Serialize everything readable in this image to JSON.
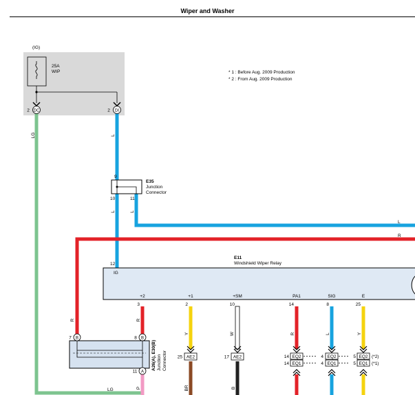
{
  "title": "Wiper and Washer",
  "notes": [
    "* 1 : Before Aug. 2009 Production",
    "* 2 : From Aug. 2009 Production"
  ],
  "fuse": {
    "source": "(IG)",
    "rating": "25A",
    "name": "WIP"
  },
  "pins_top": {
    "dc_pin": "2",
    "dc_label": "DC",
    "di_pin": "2",
    "di_label": "DI"
  },
  "e35": {
    "id": "E35",
    "desc_line1": "Junction",
    "desc_line2": "Connector",
    "pin_in": "9",
    "pin_out1": "10",
    "pin_out2": "11"
  },
  "e11": {
    "id": "E11",
    "name": "Windshield Wiper Relay",
    "ig_pin": "12",
    "ig_label": "IG",
    "terminals": [
      {
        "label": "+2",
        "pin": "3"
      },
      {
        "label": "+1",
        "pin": "2"
      },
      {
        "label": "+SM",
        "pin": "10"
      },
      {
        "label": "PA1",
        "pin": "14"
      },
      {
        "label": "SIG",
        "pin": "8"
      },
      {
        "label": "E",
        "pin": "25"
      }
    ]
  },
  "jc": {
    "id": "A26(A), E30(B)",
    "desc1": "Junction",
    "desc2": "Connector",
    "pin_b_left": "7",
    "pin_b_right": "8",
    "pin_a": "11",
    "b_label": "B",
    "a_label": "A"
  },
  "connectors_bottom": {
    "ae2_a": {
      "pin": "25",
      "label": "AE2"
    },
    "ae2_b": {
      "pin": "17",
      "label": "AE2"
    },
    "eq_pa1": {
      "pin_top": "14",
      "top": "EQ2",
      "pin_bot": "14",
      "bot": "EQ1"
    },
    "eq_sig": {
      "pin_top": "4",
      "top": "EQ2",
      "pin_bot": "4",
      "bot": "EQ1"
    },
    "eq_e": {
      "pin_top": "5",
      "top": "EQ2",
      "note_top": "(*2)",
      "pin_bot": "5",
      "bot": "EQ1",
      "note_bot": "(*1)"
    }
  },
  "wires": {
    "lg_left": "LG",
    "l_top": "L",
    "l_e35_10": "L",
    "l_e35_11": "L",
    "l_right": "L",
    "r_right": "R",
    "r_left": "R",
    "r_plus2": "R",
    "y_plus1": "Y",
    "w_sm": "W",
    "r_pa1": "R",
    "l_sig": "L",
    "y_e": "Y",
    "lg_bottom": "LG",
    "p_bottom": "P",
    "br_bottom": "BR",
    "b_bottom": "B"
  },
  "colors": {
    "LG": "#7dc48f",
    "L": "#17a3df",
    "R": "#e32228",
    "Y": "#f5d30f",
    "W": "#ffffff",
    "P": "#f29ac4",
    "BR": "#8b4a25",
    "B": "#222222",
    "fuse_bg": "#d9d9d9",
    "relay_bg": "#dfe9f4",
    "jc_bg": "#d6e2f0"
  }
}
